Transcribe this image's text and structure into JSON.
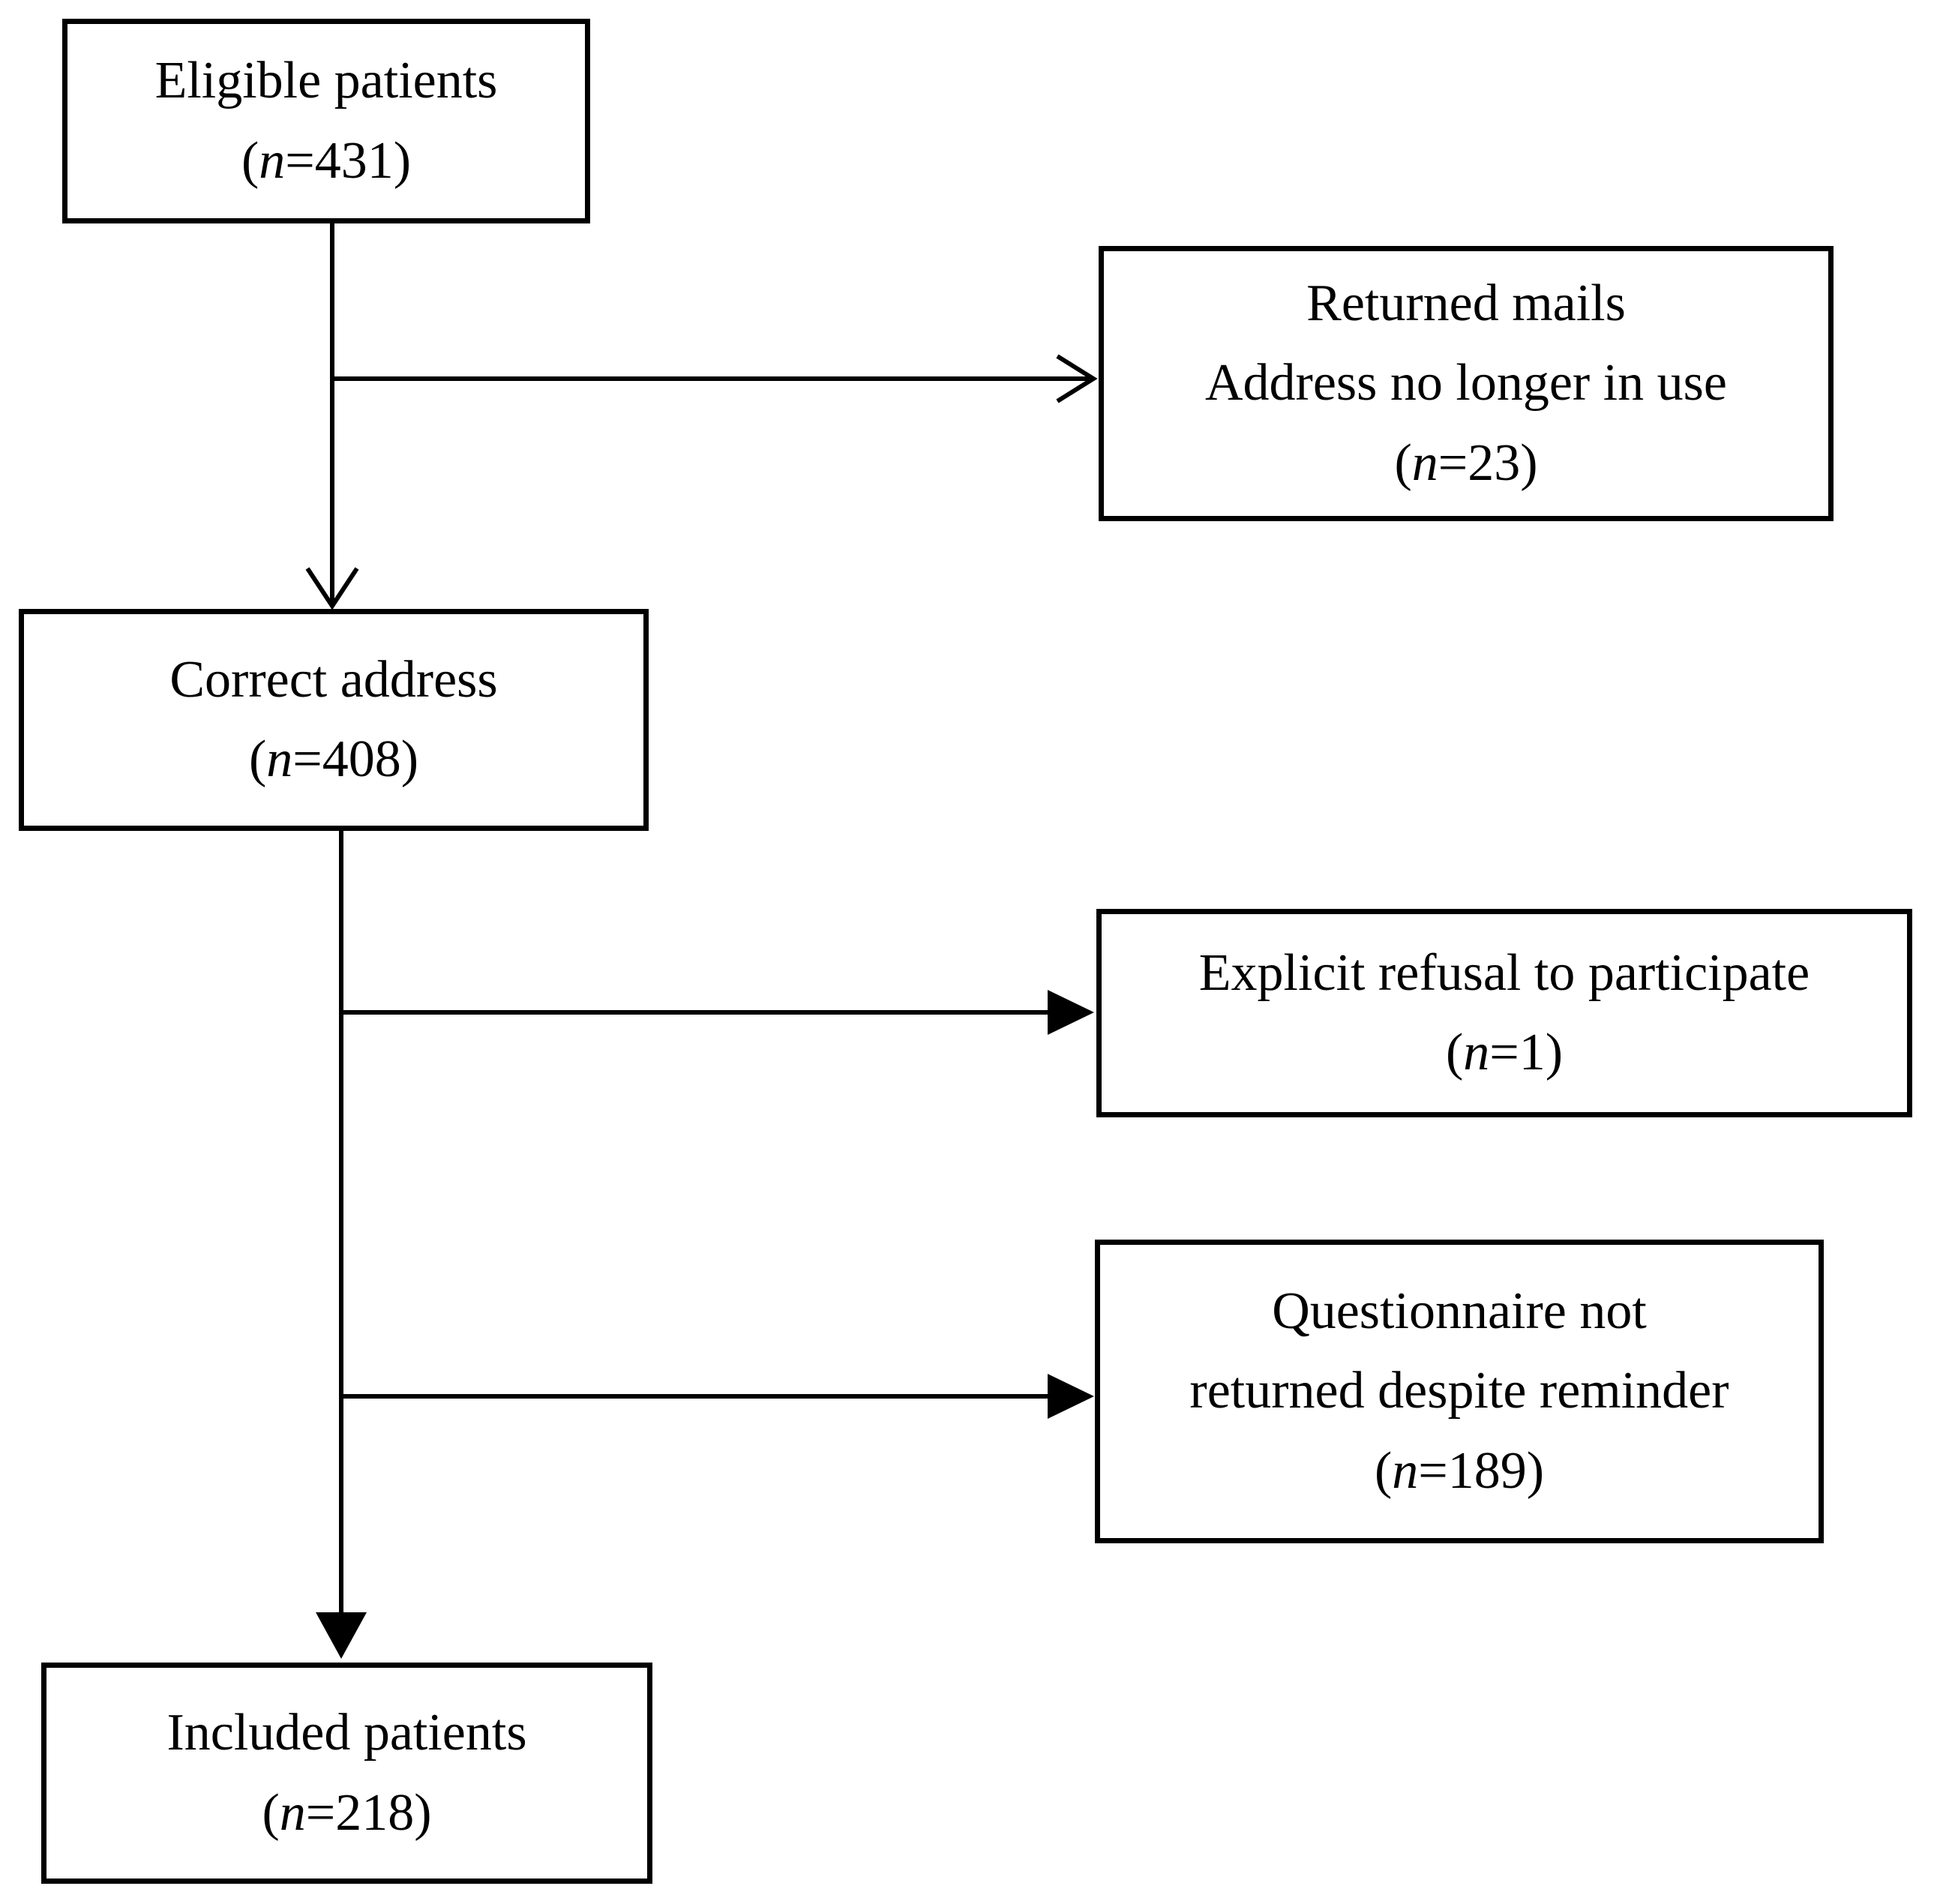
{
  "colors": {
    "line": "#000000",
    "text": "#000000",
    "background": "#ffffff"
  },
  "nodes": {
    "eligible": {
      "label": "Eligible patients",
      "count_open": "(",
      "count_var": "n",
      "count_rest": "=431)",
      "n": 431
    },
    "returned": {
      "label_line1": "Returned mails",
      "label_line2": "Address no longer in use",
      "count_open": "(",
      "count_var": "n",
      "count_rest": "=23)",
      "n": 23
    },
    "correct": {
      "label": "Correct address",
      "count_open": "(",
      "count_var": "n",
      "count_rest": "=408)",
      "n": 408
    },
    "refusal": {
      "label": "Explicit refusal to participate",
      "count_open": "(",
      "count_var": "n",
      "count_rest": "=1)",
      "n": 1
    },
    "questionnaire": {
      "label_line1": "Questionnaire not",
      "label_line2": "returned despite reminder",
      "count_open": "(",
      "count_var": "n",
      "count_rest": "=189)",
      "n": 189
    },
    "included": {
      "label": "Included patients",
      "count_open": "(",
      "count_var": "n",
      "count_rest": "=218)",
      "n": 218
    }
  },
  "edges": [
    {
      "from": "eligible",
      "to": "correct",
      "arrowhead": "open-chevron"
    },
    {
      "from": "eligible",
      "to": "returned",
      "arrowhead": "open-chevron"
    },
    {
      "from": "correct",
      "to": "included",
      "arrowhead": "filled-triangle"
    },
    {
      "from": "correct",
      "to": "refusal",
      "arrowhead": "filled-triangle"
    },
    {
      "from": "correct",
      "to": "questionnaire",
      "arrowhead": "filled-triangle"
    }
  ]
}
